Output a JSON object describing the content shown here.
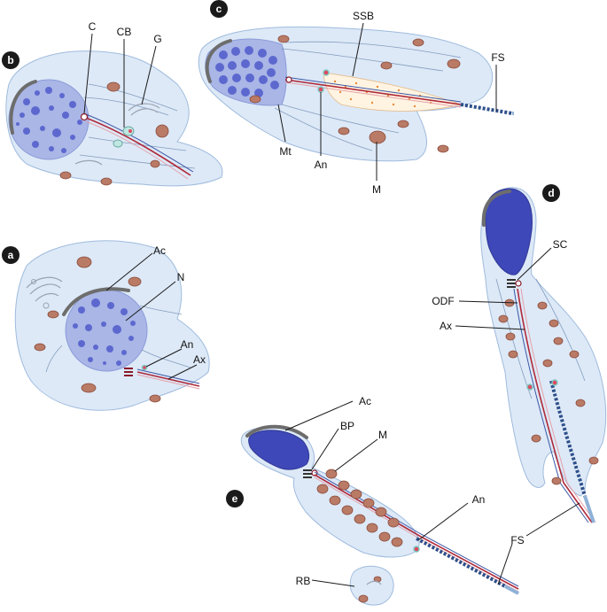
{
  "panels": [
    {
      "id": "a",
      "letter": "a"
    },
    {
      "id": "b",
      "letter": "b"
    },
    {
      "id": "c",
      "letter": "c"
    },
    {
      "id": "d",
      "letter": "d"
    },
    {
      "id": "e",
      "letter": "e"
    }
  ],
  "labels": {
    "a": {
      "Ac": "Ac",
      "N": "N",
      "An": "An",
      "Ax": "Ax"
    },
    "b": {
      "C": "C",
      "CB": "CB",
      "G": "G"
    },
    "c": {
      "SSB": "SSB",
      "FS": "FS",
      "Mt": "Mt",
      "An": "An",
      "M": "M"
    },
    "d": {
      "SC": "SC",
      "ODF": "ODF",
      "Ax": "Ax"
    },
    "e": {
      "Ac": "Ac",
      "BP": "BP",
      "M": "M",
      "An": "An",
      "FS": "FS",
      "RB": "RB"
    }
  },
  "colors": {
    "cytoplasm": "#dde9f7",
    "cell_outline": "#9fbbdd",
    "nucleus_round": "#a9b6e6",
    "nucleus_condensed": "#3e48b8",
    "mitochondria": "#b97a66",
    "acrosome": "#6d6d6d",
    "axoneme_red": "#b02a3a",
    "fibrous_sheath": "#2d4f8a",
    "annulus": "#e04860",
    "ssb_dots": "#e88a3a"
  }
}
